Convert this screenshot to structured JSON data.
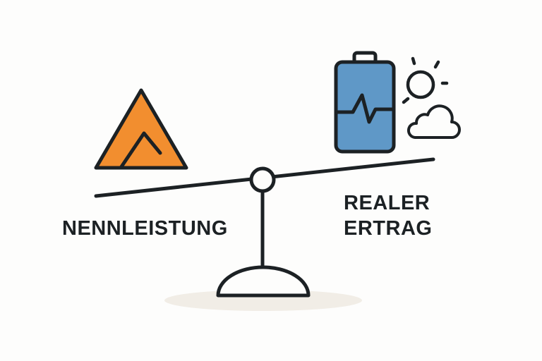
{
  "labels": {
    "left": "NENNLEISTUNG",
    "right_line1": "REALER",
    "right_line2": "ERTRAG"
  },
  "colors": {
    "triangle_fill": "#f28e2f",
    "battery_fill": "#5f98c7",
    "stroke": "#1c2124",
    "shadow": "#f1ede6"
  },
  "icons": [
    "warning-triangle-icon",
    "battery-pulse-icon",
    "sun-icon",
    "cloud-icon",
    "balance-scale-icon"
  ]
}
